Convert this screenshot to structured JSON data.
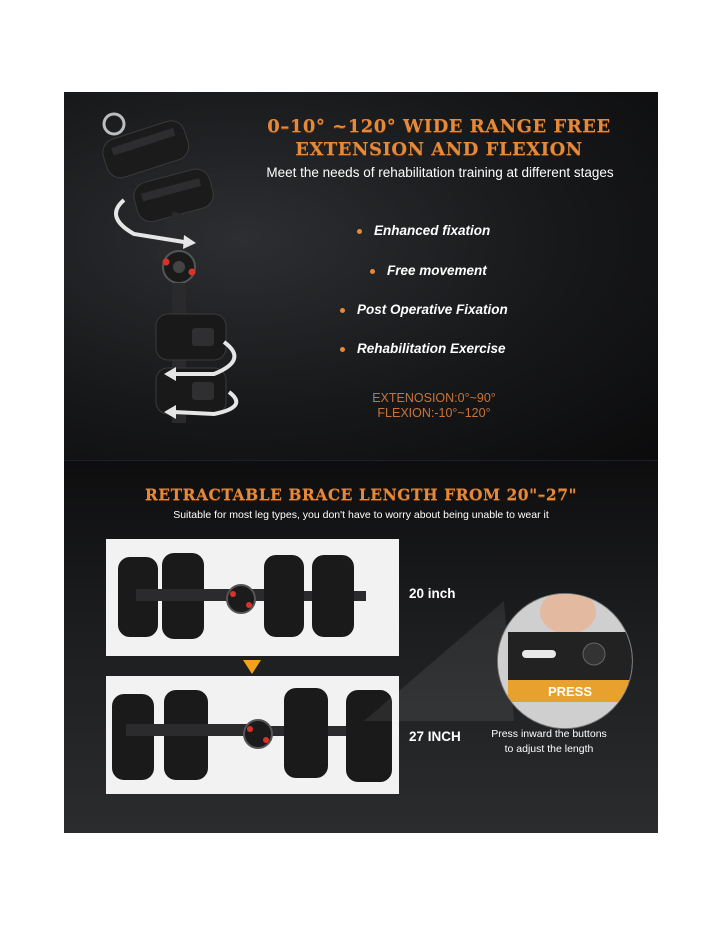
{
  "top": {
    "headline_line1": "0–10°  ~120°  WIDE RANGE FREE",
    "headline_line2": "EXTENSION AND FLEXION",
    "subtitle": "Meet the needs of rehabilitation training at different stages",
    "features": [
      "Enhanced fixation",
      "Free movement",
      "Post Operative Fixation",
      "Rehabilitation Exercise"
    ],
    "extension_range": "EXTENOSION:0°~90°",
    "flexion_range": "FLEXION:-10°~120°"
  },
  "bottom": {
    "headline": "RETRACTABLE BRACE LENGTH FROM 20\"–27\"",
    "subtitle": "Suitable for most leg types, you don't have to worry about being unable to wear it",
    "length_short": "20 inch",
    "length_long": "27 INCH",
    "press_label": "PRESS",
    "press_note_line1": "Press inward the buttons",
    "press_note_line2": "to adjust the length"
  },
  "colors": {
    "accent_orange": "#e58a3a",
    "arrow_yellow": "#f3a21a",
    "hinge_red": "#d8332b",
    "panel_dark": "#141517"
  }
}
